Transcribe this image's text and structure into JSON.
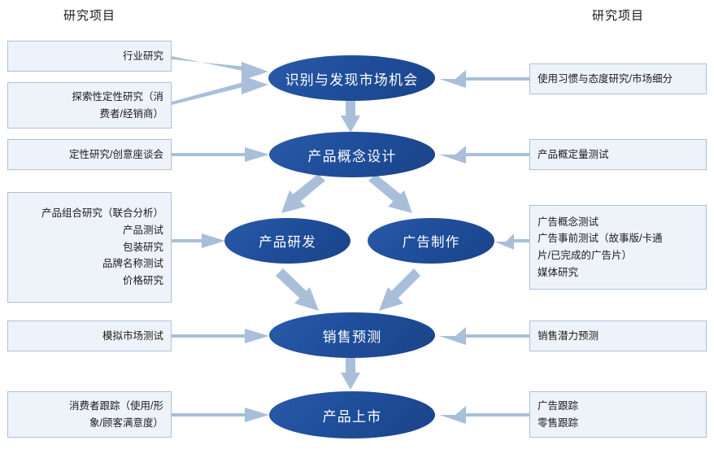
{
  "columns": {
    "left_title": "研究项目",
    "right_title": "研究项目"
  },
  "colors": {
    "node_fill": "#1F4E9B",
    "node_text": "#FFFFFF",
    "box_fill": "#EEF3FA",
    "box_border": "#ADC0D8",
    "arrow": "#A9BFD9",
    "page_bg": "#FFFFFF",
    "title_text": "#1A1A1A"
  },
  "nodes": [
    {
      "id": "node-opportunity",
      "label": "识别与发现市场机会"
    },
    {
      "id": "node-concept-design",
      "label": "产品概念设计"
    },
    {
      "id": "node-product-rd",
      "label": "产品研发"
    },
    {
      "id": "node-ad-production",
      "label": "广告制作"
    },
    {
      "id": "node-sales-forecast",
      "label": "销售预测"
    },
    {
      "id": "node-product-launch",
      "label": "产品上市"
    }
  ],
  "left_boxes": [
    {
      "id": "left-box-1",
      "lines": [
        "行业研究"
      ]
    },
    {
      "id": "left-box-2",
      "lines": [
        "探索性定性研究（消",
        "费者/经销商）"
      ]
    },
    {
      "id": "left-box-3",
      "lines": [
        "定性研究/创意座谈会"
      ]
    },
    {
      "id": "left-box-4",
      "lines": [
        "产品组合研究（联合分析）",
        "产品测试",
        "包装研究",
        "品牌名称测试",
        "价格研究"
      ]
    },
    {
      "id": "left-box-5",
      "lines": [
        "模拟市场测试"
      ]
    },
    {
      "id": "left-box-6",
      "lines": [
        "消费者跟踪（使用/形",
        "象/顾客满意度）"
      ]
    }
  ],
  "right_boxes": [
    {
      "id": "right-box-1",
      "lines": [
        "使用习惯与态度研究/市场细分"
      ]
    },
    {
      "id": "right-box-2",
      "lines": [
        "产品概定量测试"
      ]
    },
    {
      "id": "right-box-3",
      "lines": [
        "广告概念测试",
        "广告事前测试（故事版/卡通",
        "片/已完成的广告片）",
        "媒体研究"
      ]
    },
    {
      "id": "right-box-4",
      "lines": [
        "销售潜力预测"
      ]
    },
    {
      "id": "right-box-5",
      "lines": [
        "广告跟踪",
        "零售跟踪"
      ]
    }
  ],
  "flow_arrows": [
    {
      "id": "arrow-left1-to-opportunity",
      "from": "left-box-1",
      "to": "node-opportunity"
    },
    {
      "id": "arrow-left2-to-opportunity",
      "from": "left-box-2",
      "to": "node-opportunity"
    },
    {
      "id": "arrow-right1-to-opportunity",
      "from": "right-box-1",
      "to": "node-opportunity"
    },
    {
      "id": "arrow-left3-to-concept",
      "from": "left-box-3",
      "to": "node-concept-design"
    },
    {
      "id": "arrow-right2-to-concept",
      "from": "right-box-2",
      "to": "node-concept-design"
    },
    {
      "id": "arrow-opportunity-to-concept",
      "from": "node-opportunity",
      "to": "node-concept-design"
    },
    {
      "id": "arrow-concept-to-rd",
      "from": "node-concept-design",
      "to": "node-product-rd"
    },
    {
      "id": "arrow-concept-to-ad",
      "from": "node-concept-design",
      "to": "node-ad-production"
    },
    {
      "id": "arrow-left4-to-rd",
      "from": "left-box-4",
      "to": "node-product-rd"
    },
    {
      "id": "arrow-right3-to-ad",
      "from": "right-box-3",
      "to": "node-ad-production"
    },
    {
      "id": "arrow-rd-to-forecast",
      "from": "node-product-rd",
      "to": "node-sales-forecast"
    },
    {
      "id": "arrow-ad-to-forecast",
      "from": "node-ad-production",
      "to": "node-sales-forecast"
    },
    {
      "id": "arrow-left5-to-forecast",
      "from": "left-box-5",
      "to": "node-sales-forecast"
    },
    {
      "id": "arrow-right4-to-forecast",
      "from": "right-box-4",
      "to": "node-sales-forecast"
    },
    {
      "id": "arrow-forecast-to-launch",
      "from": "node-sales-forecast",
      "to": "node-product-launch"
    },
    {
      "id": "arrow-left6-to-launch",
      "from": "left-box-6",
      "to": "node-product-launch"
    },
    {
      "id": "arrow-right5-to-launch",
      "from": "right-box-5",
      "to": "node-product-launch"
    }
  ]
}
